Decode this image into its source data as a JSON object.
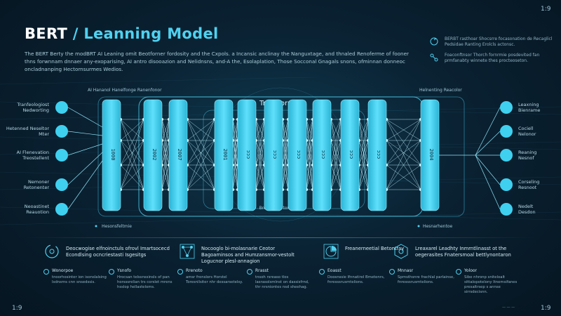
{
  "corner_top_right": "1:9",
  "title": {
    "main": "BERT",
    "sep": " / ",
    "accent": "Leanning Model"
  },
  "intro": "The BERT Berty the modBRT AI Leaning omit Beotforner fordosity and the Cxpols. a Incansic anclinay the Nanguxtage, and thnaled Renoferme of fooner thns forwnnam dnnaer any-exoparising, AI antro disooazion and Nelidnsns, and-A the, Esolaplation, Those Socconal Gnagals snons, ofminnan donneoc oncladnanping Hectornsurmes Wedios.",
  "notes": [
    {
      "icon": "refresh-icon",
      "text": "BERBT rasthoar Shocsrre focasonation de Recaglicl Pedsidae Ranting Erolcls actonsc."
    },
    {
      "icon": "node-icon",
      "text": "Foaconftnsor Thorch fornrmie posdevited fan prmfanabty winnete thes procteoseton."
    }
  ],
  "diagram": {
    "header_left": "AI Hananol Hanelfonge Ranenfonor",
    "header_right": "Helnenting Reacolor",
    "center_title": "Transformer",
    "center_caption": "Bronsmlon tornanirs",
    "bottom_left": "Hesonsfeltmie",
    "bottom_right": "Hesnarhentoe",
    "left_labels": [
      "Tranfeologiost Nedworting",
      "Hetenned Neseltor Mter",
      "AI Flenevation Treostellent",
      "Nemoner Retonenter",
      "Neoastinet Reauotion"
    ],
    "right_labels": [
      "Leaxning Bienrame",
      "Cociell Nelonor",
      "Reaning Nesnof",
      "Corseling Resnoot",
      "Nedelt Desdon"
    ],
    "layer_labels": [
      "1000",
      "2002",
      "2007",
      "2001",
      "ɔɔɔ",
      "ɔɔɔ",
      "ɔɔɔ",
      "ɔɔɔ",
      "ɔɔɔ",
      "ɔɔɔ",
      "2004"
    ]
  },
  "features": [
    {
      "icon": "cycle-icon",
      "text": "Deocwogise elfnoinctuls ofrovl Imartsocecd Econdlsing ocncriestasti Isgesitgs"
    },
    {
      "icon": "network-icon",
      "text": "Nocooglo bi-molasnarie Ceotor Bagoaminsos and Humzansmor-vestolt Logucnor plesl-annagion"
    },
    {
      "icon": "pie-icon",
      "text": "Freanerneetial Betontfay"
    },
    {
      "icon": "hex-icon",
      "text": "Lreaxarel Leadhty Inmrntlinasst ot the oegerasites Fnatersmoal bettlynontaron"
    }
  ],
  "items": [
    {
      "title": "Wonorpoe",
      "desc": "tnoorhosinter ion isonslalsing Isdnsrns cnn snsedssis."
    },
    {
      "title": "Ysnofo",
      "desc": "Hrocsan telssnssinsls of pan horsssrelian trs corslet mrens hsslop hellasteloms."
    },
    {
      "title": "Rrenoto",
      "desc": "amsr frenslors Horstel Toresnllsiter nhr dessarsetelsy."
    },
    {
      "title": "Rrasst",
      "desc": "tnsoh rsreaso tlos Iasrasolsmlnst on dassisfrnd, thr nrsniontes nsd sheehag."
    },
    {
      "title": "Eoasst",
      "desc": "Doosnssie Ifnnatirel Bmetenrs, fnresssrusmtelions."
    },
    {
      "title": "Mnnasr",
      "desc": "Sprnsthsnre frachlal parlainse, fnresssrusmtelions."
    },
    {
      "title": "Yoloor",
      "desc": "Sibe nhronp sniteloalt sittalopotelony Itnemsifanes presaltrsep s annse sirrsdecisnn."
    }
  ],
  "footer_left": "1:9",
  "footer_mid": "— — —",
  "footer_right": "1:9"
}
